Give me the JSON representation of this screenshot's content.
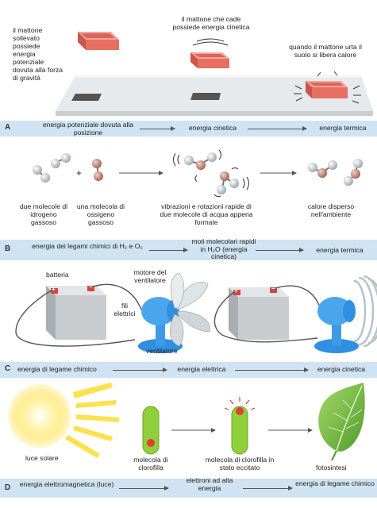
{
  "panelA": {
    "letter": "A",
    "lifted_brick": "il mattone sollevato possiede energia potenziale dovuta alla forza di gravità",
    "falling_brick": "il mattone che cade possiede energia cinetica",
    "hit_brick": "quando il mattone urta il suolo si libera calore",
    "band": [
      "energia potenziale dovuta alla posizione",
      "energia cinetica",
      "energia termica"
    ]
  },
  "panelB": {
    "letter": "B",
    "hydrogen": "due molecole di idrogeno gassoso",
    "oxygen": "una molecola di ossigeno gassoso",
    "plus": "+",
    "water": "vibrazioni e rotazioni rapide di due molecole di acqua appena formate",
    "heat": "calore disperso nell'ambiente",
    "band": [
      "energia dei legami chimici di H₂ e O₂",
      "moti molecolari rapidi in H₂O (energia cinetica)",
      "energia termica"
    ]
  },
  "panelC": {
    "letter": "C",
    "battery": "batteria",
    "motor": "motore del ventilatore",
    "wires": "fili elettrici",
    "fan": "ventilatore",
    "plus_sign": "+",
    "minus_sign": "−",
    "band": [
      "energia di legame chimico",
      "energia elettrica",
      "energia cinetica"
    ]
  },
  "panelD": {
    "letter": "D",
    "sun": "luce solare",
    "chlorophyll": "molecola di clorofilla",
    "excited": "molecola di clorofilla in stato eccitato",
    "photosynthesis": "fotosintesi",
    "band": [
      "energia elettromagnetica (luce)",
      "elettroni ad alta energia",
      "energia di legame chimico"
    ]
  },
  "colors": {
    "band": "#cfe3f2",
    "brick": "#e8776a",
    "fan": "#2f8fe0",
    "leaf": "#7cc243",
    "chloro": "#8fcf3c"
  }
}
